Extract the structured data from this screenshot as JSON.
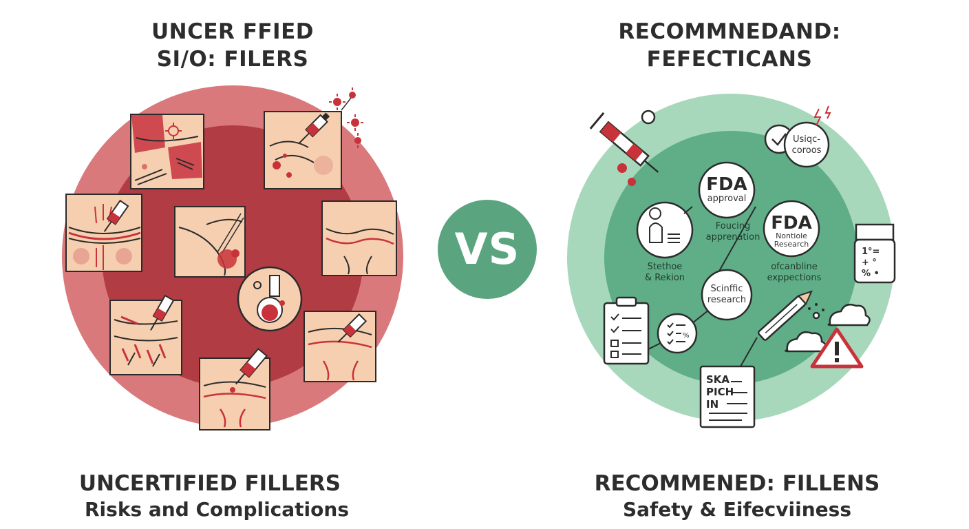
{
  "left": {
    "top_title": [
      "UNCER FFIED",
      "SI/O: FILERS"
    ],
    "bottom_title": "UNCERTIFIED FILLERS",
    "bottom_subtitle": "Risks and Complications",
    "colors": {
      "outer": "#d9797c",
      "inner": "#b23c44",
      "skin": "#f6cfb0",
      "accent": "#c8323a"
    }
  },
  "vs_label": "VS",
  "vs_color": "#5aa57f",
  "right": {
    "top_title": [
      "RECOMMNEDAND:",
      "FEFECTICANS"
    ],
    "bottom_title": "RECOMMENED: FILLENS",
    "bottom_subtitle": "Safety & Eifecviiness",
    "colors": {
      "outer": "#a8d8bb",
      "inner": "#5fae87",
      "bubble": "#ffffff",
      "warning": "#c8323a"
    },
    "badge_top_right": [
      "Usiqc-",
      "coroos"
    ],
    "fda_top": {
      "title": "FDA",
      "sub": "approval"
    },
    "fda_right": {
      "title": "FDA",
      "sub": [
        "Nontiole",
        "Research"
      ]
    },
    "caption_center": [
      "Foucing",
      "apprenation"
    ],
    "caption_left": [
      "Stethoe",
      "& Rekion"
    ],
    "caption_right": [
      "ofcanbline",
      "exppections"
    ],
    "research": [
      "Scinffic",
      "research"
    ],
    "doc_lines": [
      "SKA",
      "PICH",
      "IN"
    ],
    "jar_text": [
      "1°=",
      "+ °",
      "% •"
    ]
  }
}
